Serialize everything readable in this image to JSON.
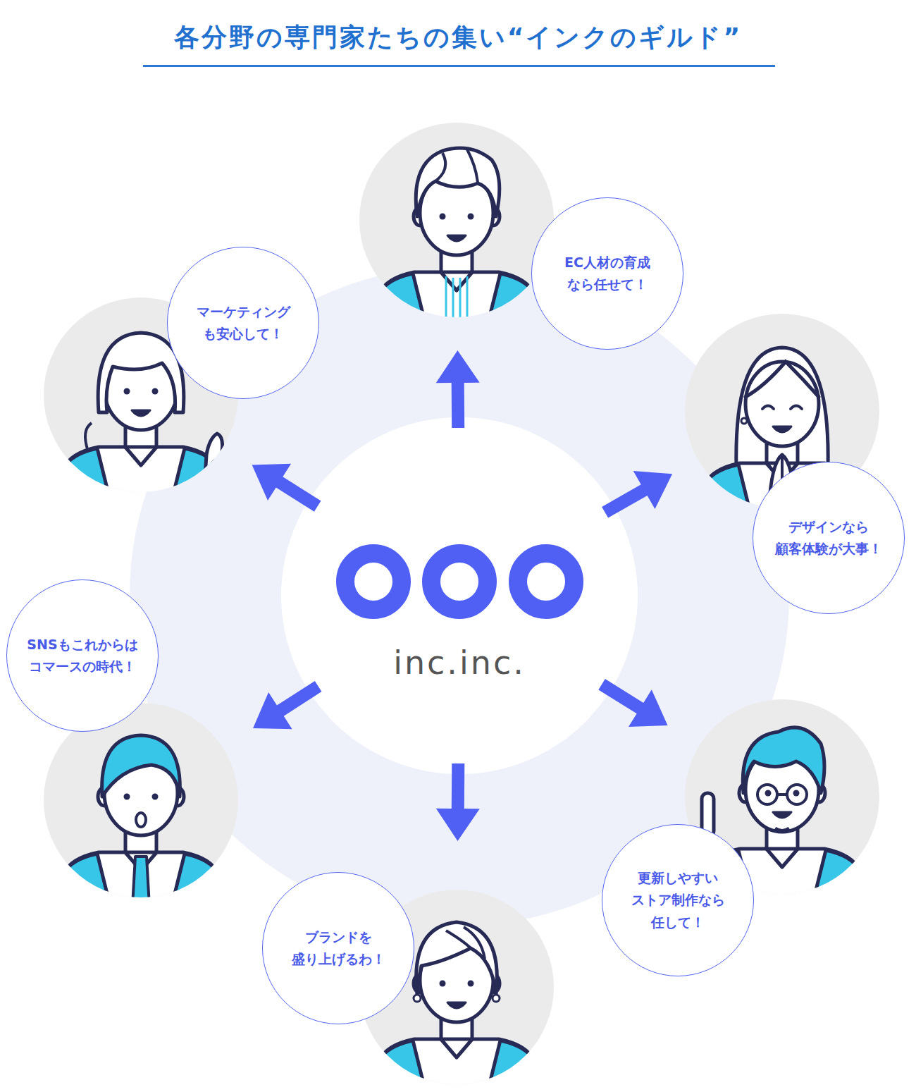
{
  "diagram": {
    "title": "各分野の専門家たちの集い“インクのギルド”",
    "nodes": [
      {
        "text": [
          "inc.inc."
        ]
      },
      {
        "text": [
          "EC人材の育成 なら任せて！"
        ]
      },
      {
        "text": [
          "デザインなら 顧客体験が大事！"
        ]
      },
      {
        "text": [
          "更新しやすい ストア制作なら 任して！"
        ]
      },
      {
        "text": [
          "ブランドを 盛り上げるわ！"
        ]
      },
      {
        "text": [
          "SNSもこれからは コマースの時代！"
        ]
      },
      {
        "text": [
          "マーケティング も安心して！"
        ]
      }
    ],
    "edges": [
      {
        "from": 0,
        "to": 1,
        "arrow": "to"
      },
      {
        "from": 0,
        "to": 2,
        "arrow": "to"
      },
      {
        "from": 0,
        "to": 3,
        "arrow": "to"
      },
      {
        "from": 0,
        "to": 4,
        "arrow": "to"
      },
      {
        "from": 0,
        "to": 5,
        "arrow": "to"
      },
      {
        "from": 0,
        "to": 6,
        "arrow": "to"
      }
    ]
  }
}
